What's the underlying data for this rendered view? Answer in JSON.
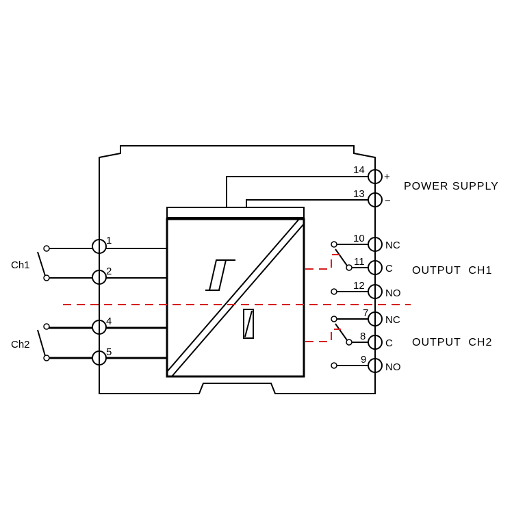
{
  "power": {
    "label": "POWER SUPPLY",
    "plus_terminal": "14",
    "minus_terminal": "13",
    "plus_sign": "+",
    "minus_sign": "−"
  },
  "inputs": {
    "ch1": {
      "label": "Ch1",
      "terminal_a": "1",
      "terminal_b": "2"
    },
    "ch2": {
      "label": "Ch2",
      "terminal_a": "4",
      "terminal_b": "5"
    }
  },
  "outputs": {
    "ch1": {
      "label": "OUTPUT  CH1",
      "nc_terminal": "10",
      "c_terminal": "11",
      "no_terminal": "12"
    },
    "ch2": {
      "label": "OUTPUT  CH2",
      "nc_terminal": "7",
      "c_terminal": "8",
      "no_terminal": "9"
    },
    "nc_label": "NC",
    "c_label": "C",
    "no_label": "NO"
  },
  "colors": {
    "line": "#000000",
    "separator": "#d61f1f",
    "background": "#ffffff"
  }
}
